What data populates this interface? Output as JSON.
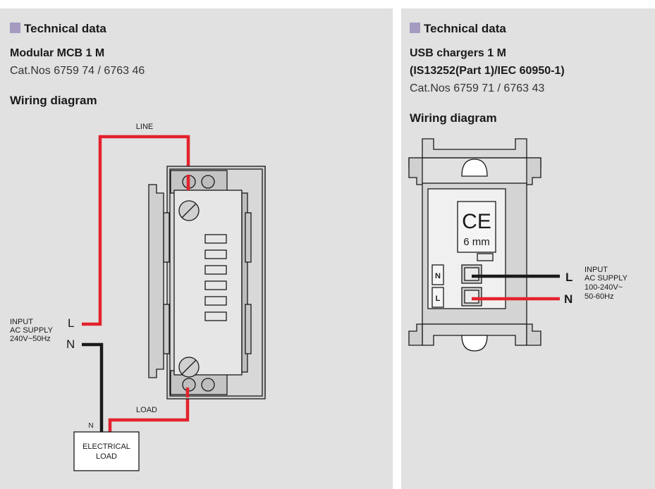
{
  "accent_color": "#a59ac0",
  "left": {
    "section_title": "Technical data",
    "product_name": "Modular MCB 1 M",
    "cat_nos": "Cat.Nos 6759 74 / 6763 46",
    "wiring_heading": "Wiring diagram",
    "diagram": {
      "line_label": "LINE",
      "load_label": "LOAD",
      "n_wire_label": "N",
      "input_line1": "INPUT",
      "input_line2": "AC SUPPLY",
      "input_line3": "240V~50Hz",
      "terminal_l": "L",
      "terminal_n": "N",
      "load_box_line1": "ELECTRICAL",
      "load_box_line2": "LOAD"
    }
  },
  "right": {
    "section_title": "Technical data",
    "product_name_line1": "USB chargers 1 M",
    "product_name_line2": "(IS13252(Part 1)/IEC 60950-1)",
    "cat_nos": "Cat.Nos 6759 71 / 6763 43",
    "wiring_heading": "Wiring diagram",
    "diagram": {
      "ce_mark": "CE",
      "strip_length": "6 mm",
      "terminal_l": "L",
      "terminal_n": "N",
      "side_n": "N",
      "side_l": "L",
      "input_line1": "INPUT",
      "input_line2": "AC SUPPLY",
      "input_line3": "100-240V~",
      "input_line4": "50-60Hz"
    }
  }
}
